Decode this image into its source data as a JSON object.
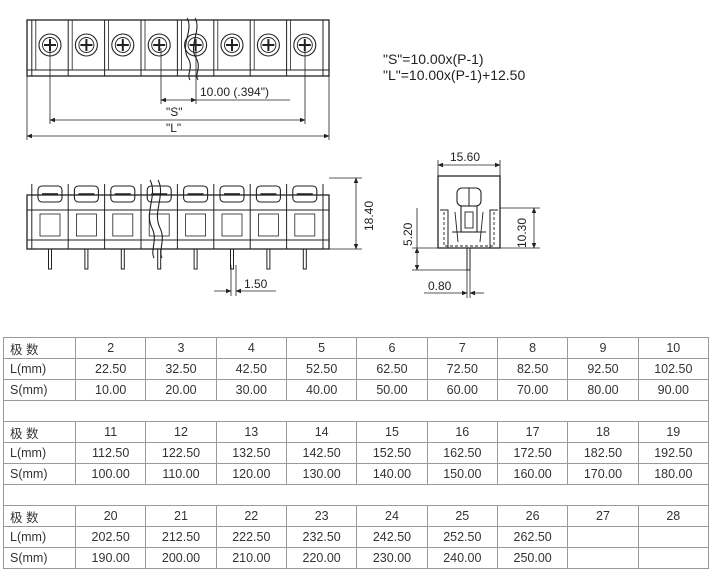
{
  "formulas": {
    "s_formula": "\"S\"=10.00x(P-1)",
    "l_formula": "\"L\"=10.00x(P-1)+12.50"
  },
  "dimensions": {
    "pitch": "10.00 (.394\")",
    "s_label": "\"S\"",
    "l_label": "\"L\"",
    "height": "18.40",
    "pin_offset": "1.50",
    "depth": "15.60",
    "side_height": "10.30",
    "side_lower": "5.20",
    "pin_width": "0.80"
  },
  "table": {
    "row_labels": [
      "极 数",
      "L(mm)",
      "S(mm)"
    ],
    "blocks": [
      {
        "poles": [
          "2",
          "3",
          "4",
          "5",
          "6",
          "7",
          "8",
          "9",
          "10"
        ],
        "L": [
          "22.50",
          "32.50",
          "42.50",
          "52.50",
          "62.50",
          "72.50",
          "82.50",
          "92.50",
          "102.50"
        ],
        "S": [
          "10.00",
          "20.00",
          "30.00",
          "40.00",
          "50.00",
          "60.00",
          "70.00",
          "80.00",
          "90.00"
        ]
      },
      {
        "poles": [
          "11",
          "12",
          "13",
          "14",
          "15",
          "16",
          "17",
          "18",
          "19"
        ],
        "L": [
          "112.50",
          "122.50",
          "132.50",
          "142.50",
          "152.50",
          "162.50",
          "172.50",
          "182.50",
          "192.50"
        ],
        "S": [
          "100.00",
          "110.00",
          "120.00",
          "130.00",
          "140.00",
          "150.00",
          "160.00",
          "170.00",
          "180.00"
        ]
      },
      {
        "poles": [
          "20",
          "21",
          "22",
          "23",
          "24",
          "25",
          "26",
          "27",
          "28"
        ],
        "L": [
          "202.50",
          "212.50",
          "222.50",
          "232.50",
          "242.50",
          "252.50",
          "262.50",
          "",
          ""
        ],
        "S": [
          "190.00",
          "200.00",
          "210.00",
          "220.00",
          "230.00",
          "240.00",
          "250.00",
          "",
          ""
        ]
      }
    ]
  }
}
